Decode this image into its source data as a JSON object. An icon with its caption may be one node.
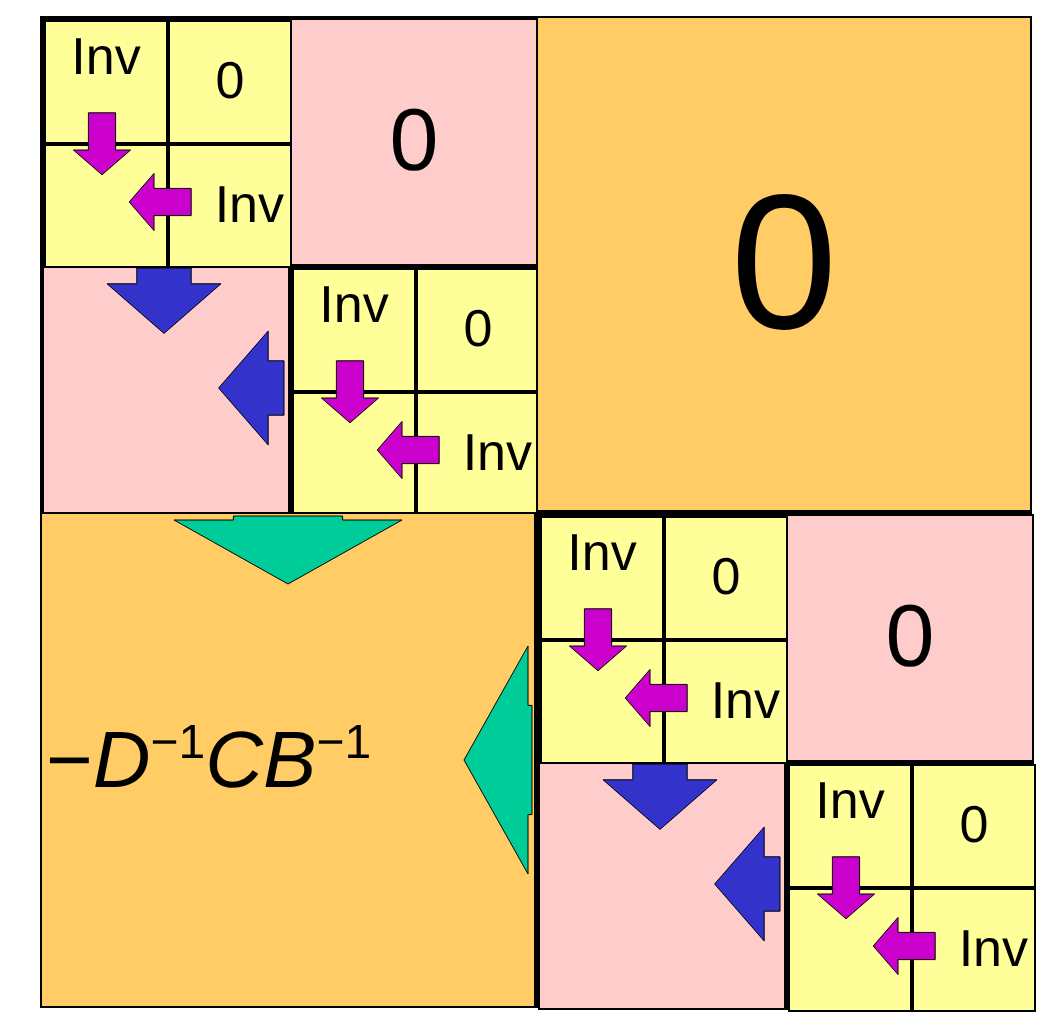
{
  "diagram": {
    "nodes": [
      {
        "text": [],
        "shape": "box"
      },
      {
        "text": [],
        "shape": "box",
        "in": 0
      },
      {
        "text": [
          "Inv"
        ],
        "in": 1
      },
      {
        "text": [
          "0"
        ],
        "in": 1
      },
      {
        "text": [],
        "shape": "box",
        "in": 1
      },
      {
        "text": [
          "Inv"
        ],
        "in": 1
      },
      {
        "text": [
          "0"
        ],
        "in": 0
      },
      {
        "text": [],
        "shape": "box",
        "in": 0
      },
      {
        "text": [],
        "shape": "box",
        "in": 0
      },
      {
        "text": [
          "Inv"
        ],
        "in": 8
      },
      {
        "text": [
          "0"
        ],
        "in": 8
      },
      {
        "text": [],
        "shape": "box",
        "in": 8
      },
      {
        "text": [
          "Inv"
        ],
        "in": 8
      },
      {
        "text": [
          "0"
        ]
      },
      {
        "text": [
          "−*D*$^{−1}$*CB*$^{−1}$"
        ]
      },
      {
        "text": [],
        "shape": "box"
      },
      {
        "text": [],
        "shape": "box",
        "in": 15
      },
      {
        "text": [
          "Inv"
        ],
        "in": 16
      },
      {
        "text": [
          "0"
        ],
        "in": 16
      },
      {
        "text": [],
        "shape": "box",
        "in": 16
      },
      {
        "text": [
          "Inv"
        ],
        "in": 16
      },
      {
        "text": [
          "0"
        ],
        "in": 15
      },
      {
        "text": [],
        "shape": "box",
        "in": 15
      },
      {
        "text": [],
        "shape": "box",
        "in": 15
      },
      {
        "text": [
          "Inv"
        ],
        "in": 23
      },
      {
        "text": [
          "0"
        ],
        "in": 23
      },
      {
        "text": [],
        "shape": "box",
        "in": 23
      },
      {
        "text": [
          "Inv"
        ],
        "in": 23
      }
    ],
    "edges": [
      {
        "from": 2,
        "to": 4,
        "arrow": "to",
        "color": "#cc00cc"
      },
      {
        "from": 5,
        "to": 4,
        "arrow": "to",
        "color": "#cc00cc"
      },
      {
        "from": 9,
        "to": 11,
        "arrow": "to",
        "color": "#cc00cc"
      },
      {
        "from": 12,
        "to": 11,
        "arrow": "to",
        "color": "#cc00cc"
      },
      {
        "from": 1,
        "to": 7,
        "arrow": "to",
        "color": "#3333cc"
      },
      {
        "from": 8,
        "to": 7,
        "arrow": "to",
        "color": "#3333cc"
      },
      {
        "from": 0,
        "to": 14,
        "arrow": "to",
        "color": "#00cc99"
      },
      {
        "from": 17,
        "to": 19,
        "arrow": "to",
        "color": "#cc00cc"
      },
      {
        "from": 20,
        "to": 19,
        "arrow": "to",
        "color": "#cc00cc"
      },
      {
        "from": 24,
        "to": 26,
        "arrow": "to",
        "color": "#cc00cc"
      },
      {
        "from": 27,
        "to": 26,
        "arrow": "to",
        "color": "#cc00cc"
      },
      {
        "from": 16,
        "to": 22,
        "arrow": "to",
        "color": "#3333cc"
      },
      {
        "from": 23,
        "to": 22,
        "arrow": "to",
        "color": "#3333cc"
      },
      {
        "from": 15,
        "to": 14,
        "arrow": "to",
        "color": "#00cc99"
      }
    ]
  }
}
